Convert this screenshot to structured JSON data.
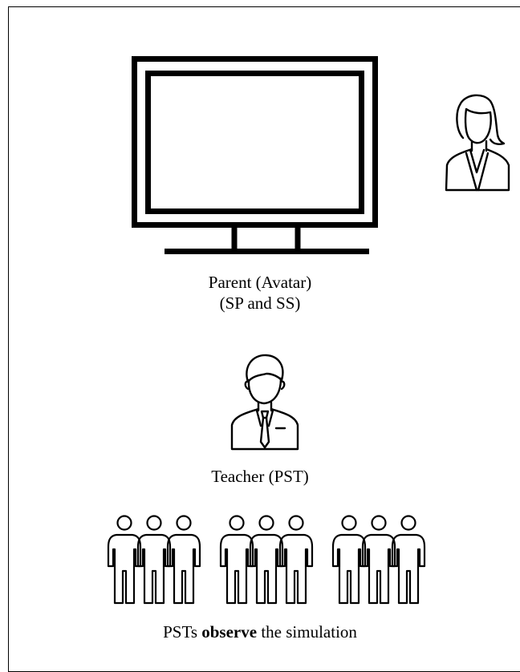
{
  "parent_label": {
    "line1": "Parent (Avatar)",
    "line2": "(SP and SS)"
  },
  "teacher_label": "Teacher (PST)",
  "observers_label": {
    "prefix": "PSTs ",
    "emphasis": "observe",
    "suffix": " the simulation"
  },
  "icons": {
    "screen": "monitor-icon",
    "woman": "woman-user-icon",
    "teacher": "businessman-user-icon",
    "person": "person-standing-icon"
  },
  "observer_count": 9,
  "stroke_color": "#000000"
}
